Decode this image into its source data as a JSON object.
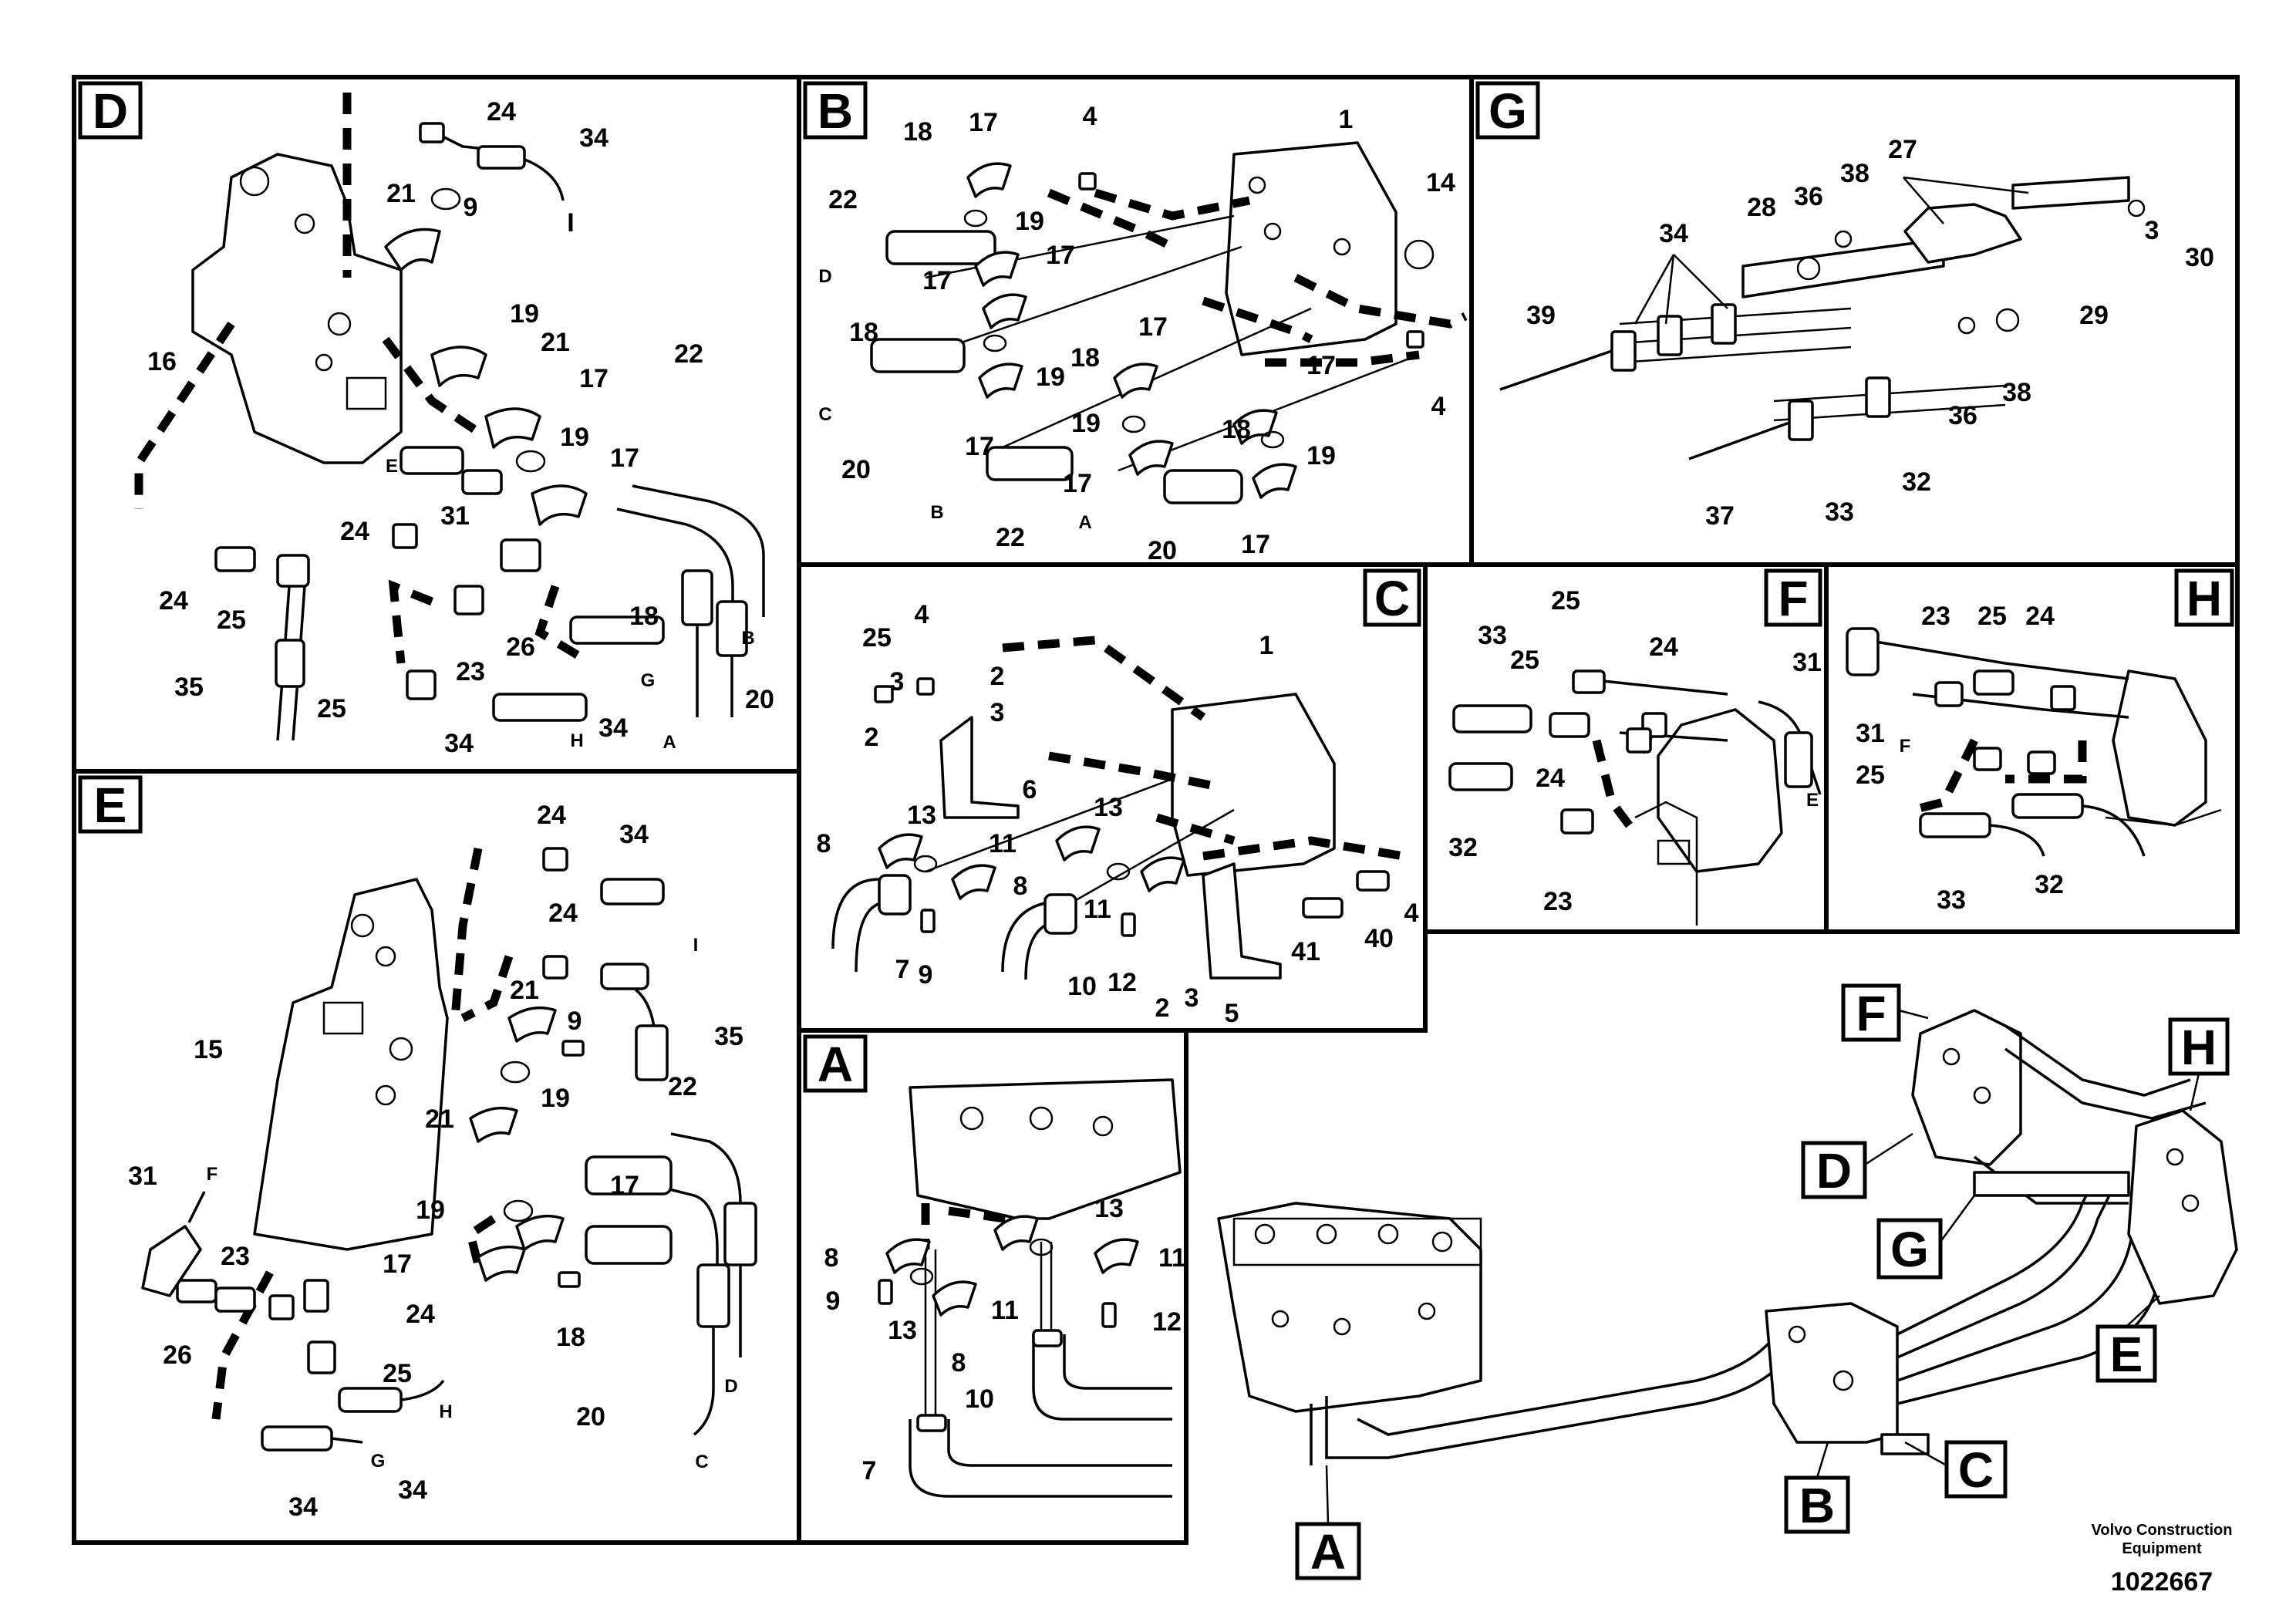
{
  "sections": {
    "D": {
      "letter": "D",
      "labels": [
        "24",
        "34",
        "I",
        "21",
        "9",
        "19",
        "21",
        "17",
        "16",
        "22",
        "E",
        "19",
        "17",
        "24",
        "31",
        "24",
        "25",
        "18",
        "26",
        "23",
        "B",
        "35",
        "G",
        "25",
        "34",
        "H",
        "34",
        "A",
        "20"
      ]
    },
    "B": {
      "letter": "B",
      "labels": [
        "18",
        "17",
        "4",
        "1",
        "22",
        "19",
        "14",
        "D",
        "17",
        "17",
        "18",
        "19",
        "17",
        "18",
        "17",
        "4",
        "C",
        "20",
        "17",
        "19",
        "18",
        "19",
        "B",
        "22",
        "17",
        "A",
        "20",
        "17"
      ]
    },
    "G": {
      "letter": "G",
      "labels": [
        "27",
        "36",
        "38",
        "34",
        "28",
        "3",
        "30",
        "39",
        "29",
        "36",
        "38",
        "37",
        "33",
        "32"
      ]
    },
    "C": {
      "letter": "C",
      "labels": [
        "25",
        "4",
        "1",
        "2",
        "3",
        "3",
        "2",
        "6",
        "13",
        "13",
        "8",
        "11",
        "8",
        "11",
        "7",
        "9",
        "10",
        "12",
        "2",
        "3",
        "5",
        "41",
        "40",
        "4"
      ]
    },
    "F": {
      "letter": "F",
      "labels": [
        "33",
        "25",
        "25",
        "24",
        "31",
        "E",
        "24",
        "32",
        "23"
      ]
    },
    "H": {
      "letter": "H",
      "labels": [
        "23",
        "25",
        "24",
        "31",
        "F",
        "25",
        "33",
        "32"
      ]
    },
    "E": {
      "letter": "E",
      "labels": [
        "24",
        "34",
        "24",
        "I",
        "21",
        "9",
        "35",
        "15",
        "22",
        "19",
        "21",
        "17",
        "31",
        "F",
        "19",
        "23",
        "17",
        "24",
        "26",
        "18",
        "25",
        "D",
        "H",
        "G",
        "34",
        "34",
        "20",
        "C"
      ]
    },
    "A": {
      "letter": "A",
      "labels": [
        "13",
        "8",
        "11",
        "9",
        "13",
        "8",
        "11",
        "12",
        "10",
        "7"
      ]
    },
    "overview": {
      "callouts": [
        "F",
        "H",
        "D",
        "G",
        "E",
        "C",
        "B",
        "A"
      ]
    }
  },
  "footer": {
    "brand_line1": "Volvo Construction",
    "brand_line2": "Equipment",
    "drawing_number": "1022667"
  }
}
